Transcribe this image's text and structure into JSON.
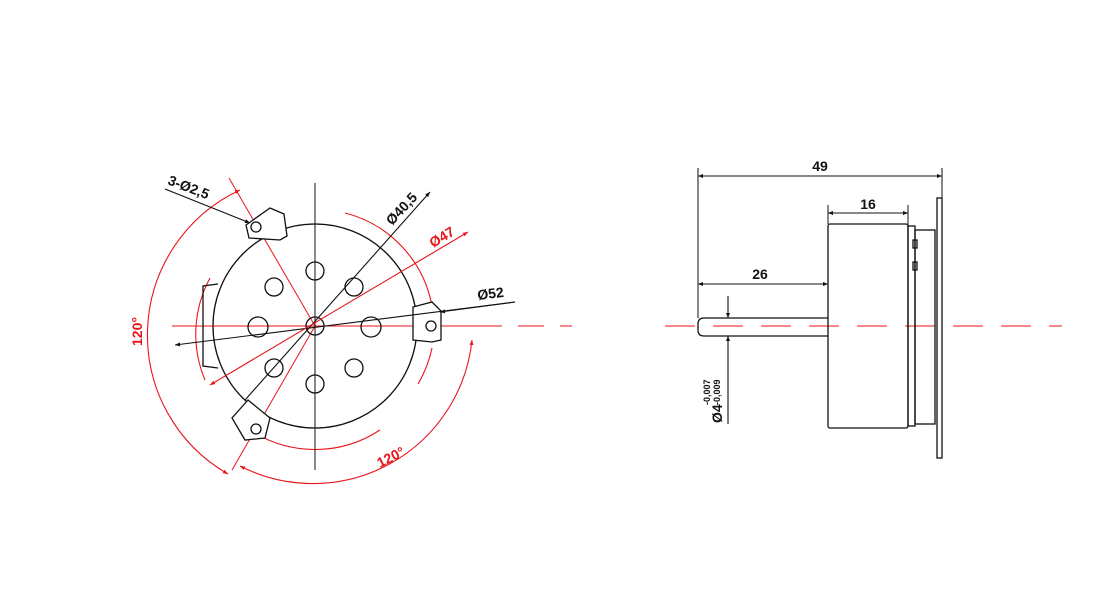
{
  "colors": {
    "outline": "#111111",
    "centerline": "#e8161b",
    "background": "#ffffff"
  },
  "front_view": {
    "hole_label": "3-Ø2,5",
    "d_inner_label": "Ø40,5",
    "d_pitch_label": "Ø47",
    "d_outer_label": "Ø52",
    "angle_left_label": "120°",
    "angle_bottom_label": "120°"
  },
  "side_view": {
    "overall_length_label": "49",
    "body_length_label": "16",
    "shaft_length_label": "26",
    "shaft_dia_label": "Ø4",
    "shaft_tol_upper": "-0,007",
    "shaft_tol_lower": "-0,009"
  }
}
